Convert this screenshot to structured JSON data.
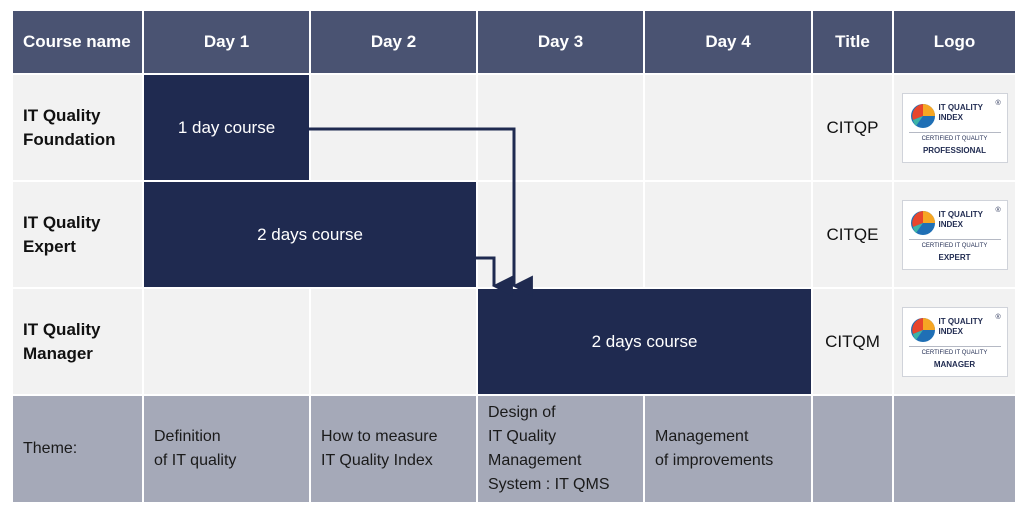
{
  "header": {
    "course_name": "Course name",
    "days": [
      "Day 1",
      "Day 2",
      "Day 3",
      "Day 4"
    ],
    "title": "Title",
    "logo": "Logo"
  },
  "courses": [
    {
      "name": "IT Quality\nFoundation",
      "bar_label": "1 day course",
      "title_code": "CITQP",
      "logo": {
        "brand": "IT QUALITY\nINDEX",
        "reg": "®",
        "cert": "CERTIFIED IT QUALITY",
        "level": "PROFESSIONAL"
      }
    },
    {
      "name": "IT Quality\nExpert",
      "bar_label": "2 days course",
      "title_code": "CITQE",
      "logo": {
        "brand": "IT QUALITY\nINDEX",
        "reg": "®",
        "cert": "CERTIFIED IT QUALITY",
        "level": "EXPERT"
      }
    },
    {
      "name": "IT Quality\nManager",
      "bar_label": "2 days course",
      "title_code": "CITQM",
      "logo": {
        "brand": "IT QUALITY\nINDEX",
        "reg": "®",
        "cert": "CERTIFIED IT QUALITY",
        "level": "MANAGER"
      }
    }
  ],
  "theme": {
    "label": "Theme:",
    "days": [
      "Definition\nof IT quality",
      "How to measure\nIT Quality Index",
      "Design of\nIT Quality\nManagement\nSystem : IT QMS",
      "Management\nof improvements"
    ]
  },
  "colors": {
    "header_bg": "#4a5372",
    "course_bar": "#1f2a50",
    "row_bg": "#f2f2f2",
    "theme_bg": "#a5a9b8"
  }
}
